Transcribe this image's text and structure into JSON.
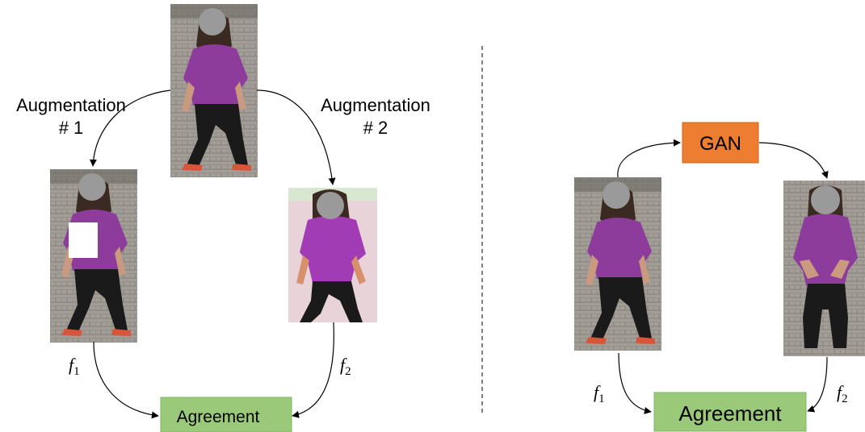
{
  "left_panel": {
    "aug1_line1": "Augmentation",
    "aug1_line2": "# 1",
    "aug2_line1": "Augmentation",
    "aug2_line2": "# 2",
    "f1_base": "f",
    "f1_sub": "1",
    "f2_base": "f",
    "f2_sub": "2",
    "agreement_label": "Agreement",
    "agreement_color": "#9bc97a"
  },
  "right_panel": {
    "gan_label": "GAN",
    "gan_color": "#ed7d31",
    "f1_base": "f",
    "f1_sub": "1",
    "f2_base": "f",
    "f2_sub": "2",
    "agreement_label": "Agreement",
    "agreement_color": "#9bc97a"
  },
  "colors": {
    "shirt": "#8e3c9c",
    "pants": "#1a1a1a",
    "face_blur": "#9a9a9a",
    "ground": "#9c9893",
    "arrow": "#000000"
  }
}
